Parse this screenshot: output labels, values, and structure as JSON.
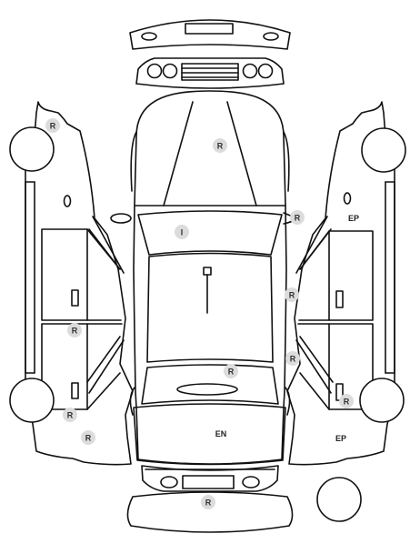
{
  "colors": {
    "stroke": "#111111",
    "marker_fill": "#dcdcdc",
    "marker_text": "#333333",
    "background": "#ffffff"
  },
  "markers": {
    "roof": "R",
    "windshield": "I",
    "right_mirror": "R",
    "right_front_door": "R",
    "right_rear_door": "R",
    "right_rear_wheel": "R",
    "right_front_fender_label": "EP",
    "right_rear_quarter_label": "EP",
    "left_front_fender": "R",
    "left_rear_door": "R",
    "left_rear_wheel": "R",
    "left_rear_quarter": "R",
    "trunk_lid": "R",
    "tailgate_label": "EN",
    "rear_bumper": "R"
  }
}
